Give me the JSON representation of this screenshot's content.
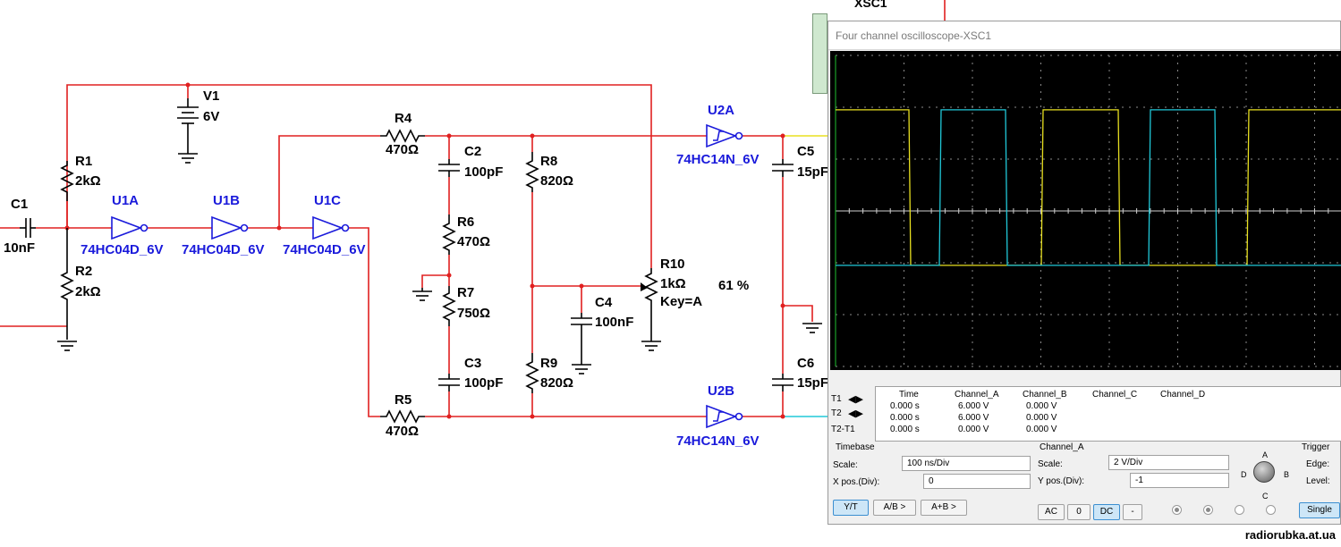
{
  "schematic": {
    "components": {
      "C1": {
        "name": "C1",
        "value": "10nF"
      },
      "R1": {
        "name": "R1",
        "value": "2kΩ"
      },
      "R2": {
        "name": "R2",
        "value": "2kΩ"
      },
      "V1": {
        "name": "V1",
        "value": "6V"
      },
      "U1A": {
        "name": "U1A",
        "part": "74HC04D_6V"
      },
      "U1B": {
        "name": "U1B",
        "part": "74HC04D_6V"
      },
      "U1C": {
        "name": "U1C",
        "part": "74HC04D_6V"
      },
      "R4": {
        "name": "R4",
        "value": "470Ω"
      },
      "R5": {
        "name": "R5",
        "value": "470Ω"
      },
      "C2": {
        "name": "C2",
        "value": "100pF"
      },
      "C3": {
        "name": "C3",
        "value": "100pF"
      },
      "R6": {
        "name": "R6",
        "value": "470Ω"
      },
      "R7": {
        "name": "R7",
        "value": "750Ω"
      },
      "R8": {
        "name": "R8",
        "value": "820Ω"
      },
      "R9": {
        "name": "R9",
        "value": "820Ω"
      },
      "C4": {
        "name": "C4",
        "value": "100nF"
      },
      "R10": {
        "name": "R10",
        "value": "1kΩ",
        "key": "Key=A",
        "percent": "61 %"
      },
      "U2A": {
        "name": "U2A",
        "part": "74HC14N_6V"
      },
      "U2B": {
        "name": "U2B",
        "part": "74HC14N_6V"
      },
      "C5": {
        "name": "C5",
        "value": "15pF"
      },
      "C6": {
        "name": "C6",
        "value": "15pF"
      }
    },
    "instrument_label": "XSC1"
  },
  "oscilloscope": {
    "title": "Four channel oscilloscope-XSC1",
    "readout": {
      "headers": [
        "Time",
        "Channel_A",
        "Channel_B",
        "Channel_C",
        "Channel_D"
      ],
      "rows": [
        {
          "label": "T1",
          "time": "0.000 s",
          "a": "6.000 V",
          "b": "0.000 V"
        },
        {
          "label": "T2",
          "time": "0.000 s",
          "a": "6.000 V",
          "b": "0.000 V"
        },
        {
          "label": "T2-T1",
          "time": "0.000 s",
          "a": "0.000 V",
          "b": "0.000 V"
        }
      ]
    },
    "timebase": {
      "section": "Timebase",
      "scale_label": "Scale:",
      "scale_value": "100 ns/Div",
      "xpos_label": "X pos.(Div):",
      "xpos_value": "0",
      "buttons": [
        "Y/T",
        "A/B >",
        "A+B >"
      ]
    },
    "channel": {
      "section": "Channel_A",
      "scale_label": "Scale:",
      "scale_value": "2  V/Div",
      "ypos_label": "Y pos.(Div):",
      "ypos_value": "-1",
      "buttons": [
        "AC",
        "0",
        "DC",
        "-"
      ],
      "knob_labels": [
        "A",
        "B",
        "C",
        "D"
      ]
    },
    "trigger": {
      "section": "Trigger",
      "edge_label": "Edge:",
      "level_label": "Level:",
      "single_label": "Single"
    },
    "colors": {
      "channel_a": "#e8e020",
      "channel_b": "#20c8d8",
      "screen": "#000000"
    }
  },
  "watermark": "radiorubka.at.ua"
}
